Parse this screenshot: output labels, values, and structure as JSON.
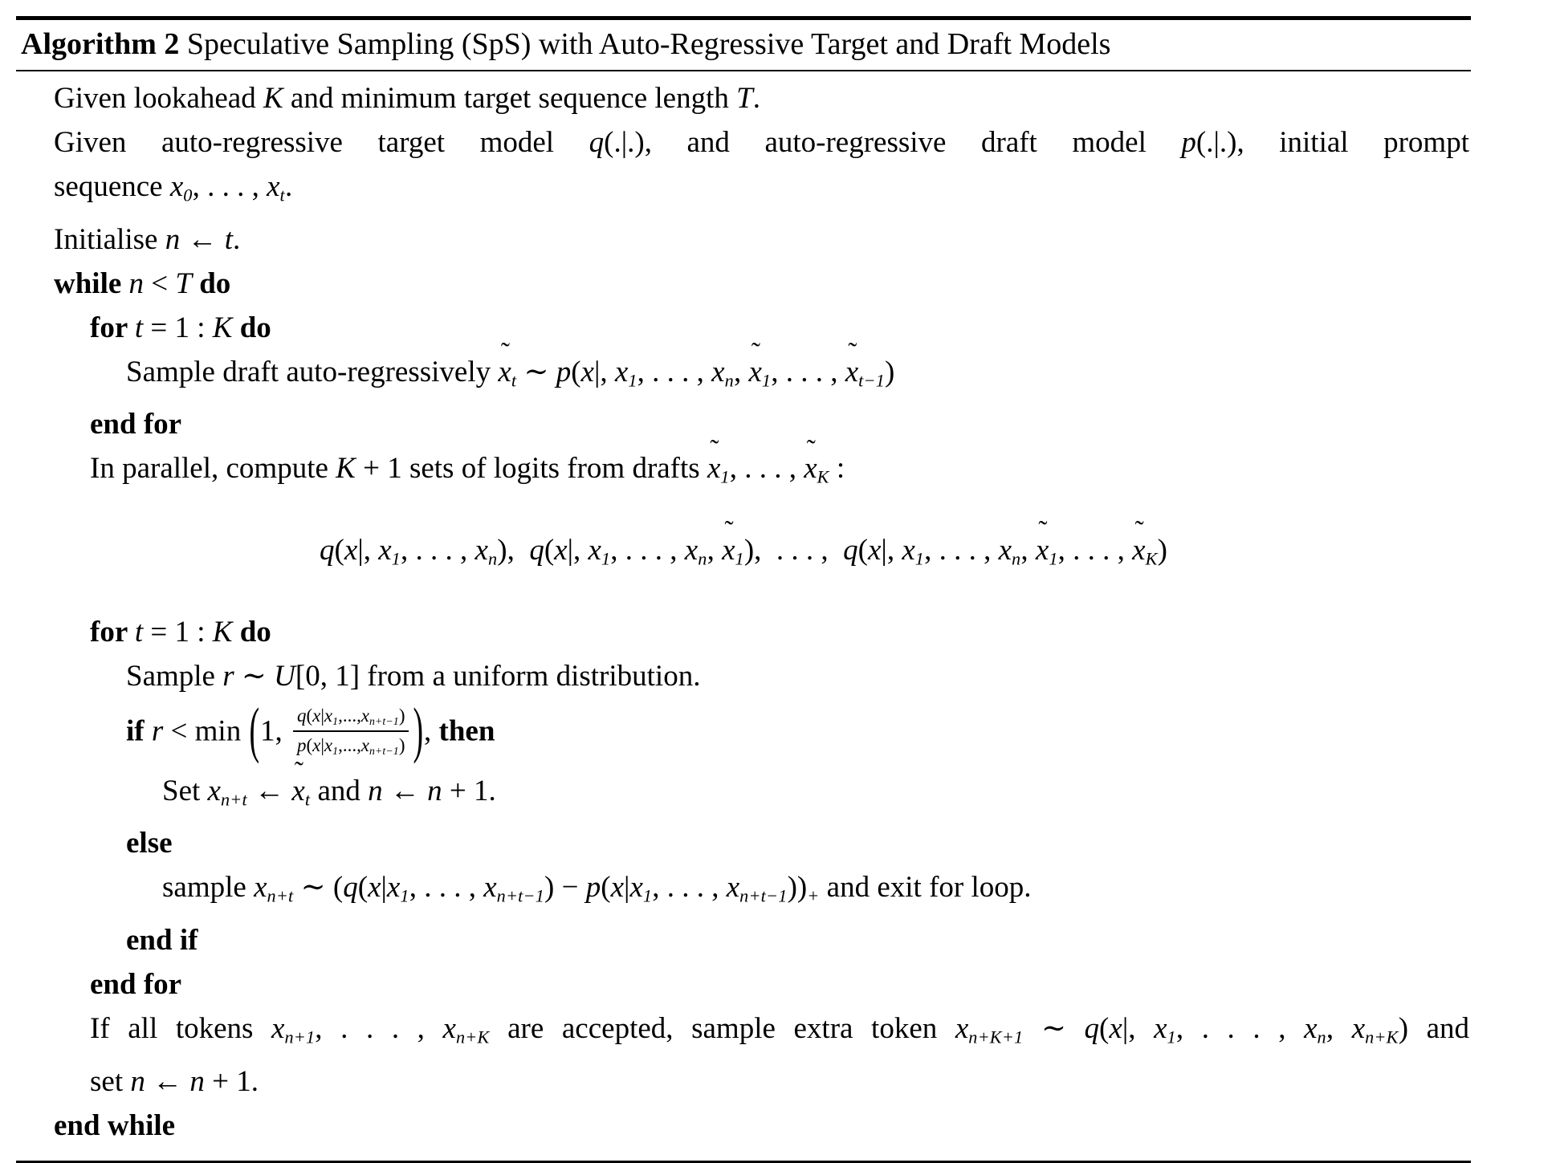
{
  "colors": {
    "text": "#000000",
    "background": "#ffffff",
    "rule": "#000000"
  },
  "algorithm": {
    "label": "Algorithm 2",
    "title": "Speculative Sampling (SpS) with Auto-Regressive Target and Draft Models",
    "lines": [
      {
        "indent": 0,
        "seg": [
          [
            "t",
            "Given lookahead "
          ],
          [
            "i",
            "K"
          ],
          [
            "t",
            " and minimum target sequence length "
          ],
          [
            "i",
            "T"
          ],
          [
            "t",
            "."
          ]
        ]
      },
      {
        "indent": 0,
        "fill": true,
        "seg": [
          [
            "t",
            "Given auto-regressive target model "
          ],
          [
            "i",
            "q"
          ],
          [
            "t",
            "(.|.), and auto-regressive draft model "
          ],
          [
            "i",
            "p"
          ],
          [
            "t",
            "(.|.), initial prompt"
          ]
        ]
      },
      {
        "indent": 0,
        "seg": [
          [
            "t",
            "sequence "
          ],
          [
            "i",
            "x"
          ],
          [
            "sub",
            "0"
          ],
          [
            "t",
            ", . . . , "
          ],
          [
            "i",
            "x"
          ],
          [
            "sub",
            "t"
          ],
          [
            "t",
            "."
          ]
        ]
      },
      {
        "indent": 0,
        "seg": [
          [
            "t",
            "Initialise "
          ],
          [
            "i",
            "n"
          ],
          [
            "t",
            " ← "
          ],
          [
            "i",
            "t"
          ],
          [
            "t",
            "."
          ]
        ]
      },
      {
        "indent": 0,
        "seg": [
          [
            "b",
            "while "
          ],
          [
            "i",
            "n"
          ],
          [
            "t",
            " < "
          ],
          [
            "i",
            "T"
          ],
          [
            "b",
            " do"
          ]
        ]
      },
      {
        "indent": 1,
        "seg": [
          [
            "b",
            "for "
          ],
          [
            "i",
            "t"
          ],
          [
            "t",
            " = 1 : "
          ],
          [
            "i",
            "K"
          ],
          [
            "b",
            " do"
          ]
        ]
      },
      {
        "indent": 2,
        "seg": [
          [
            "t",
            "Sample draft auto-regressively "
          ],
          [
            "ti",
            "x"
          ],
          [
            "sub",
            "t"
          ],
          [
            "t",
            " ∼ "
          ],
          [
            "i",
            "p"
          ],
          [
            "t",
            "("
          ],
          [
            "i",
            "x"
          ],
          [
            "t",
            "|, "
          ],
          [
            "i",
            "x"
          ],
          [
            "sub",
            "1"
          ],
          [
            "t",
            ", . . . , "
          ],
          [
            "i",
            "x"
          ],
          [
            "sub",
            "n"
          ],
          [
            "t",
            ", "
          ],
          [
            "ti",
            "x"
          ],
          [
            "sub",
            "1"
          ],
          [
            "t",
            ", . . . , "
          ],
          [
            "ti",
            "x"
          ],
          [
            "sub",
            "t−1"
          ],
          [
            "t",
            ")"
          ]
        ]
      },
      {
        "indent": 1,
        "seg": [
          [
            "b",
            "end for"
          ]
        ]
      },
      {
        "indent": 1,
        "seg": [
          [
            "t",
            "In parallel, compute "
          ],
          [
            "i",
            "K"
          ],
          [
            "t",
            " + 1 sets of logits from drafts "
          ],
          [
            "ti",
            "x"
          ],
          [
            "sub",
            "1"
          ],
          [
            "t",
            ", . . . , "
          ],
          [
            "ti",
            "x"
          ],
          [
            "sub",
            "K"
          ],
          [
            "t",
            " :"
          ]
        ]
      },
      {
        "indent": 0,
        "center": true,
        "seg": [
          [
            "i",
            "q"
          ],
          [
            "t",
            "("
          ],
          [
            "i",
            "x"
          ],
          [
            "t",
            "|, "
          ],
          [
            "i",
            "x"
          ],
          [
            "sub",
            "1"
          ],
          [
            "t",
            ", . . . , "
          ],
          [
            "i",
            "x"
          ],
          [
            "sub",
            "n"
          ],
          [
            "t",
            "),  "
          ],
          [
            "i",
            "q"
          ],
          [
            "t",
            "("
          ],
          [
            "i",
            "x"
          ],
          [
            "t",
            "|, "
          ],
          [
            "i",
            "x"
          ],
          [
            "sub",
            "1"
          ],
          [
            "t",
            ", . . . , "
          ],
          [
            "i",
            "x"
          ],
          [
            "sub",
            "n"
          ],
          [
            "t",
            ", "
          ],
          [
            "ti",
            "x"
          ],
          [
            "sub",
            "1"
          ],
          [
            "t",
            "),  . . . ,  "
          ],
          [
            "i",
            "q"
          ],
          [
            "t",
            "("
          ],
          [
            "i",
            "x"
          ],
          [
            "t",
            "|, "
          ],
          [
            "i",
            "x"
          ],
          [
            "sub",
            "1"
          ],
          [
            "t",
            ", . . . , "
          ],
          [
            "i",
            "x"
          ],
          [
            "sub",
            "n"
          ],
          [
            "t",
            ", "
          ],
          [
            "ti",
            "x"
          ],
          [
            "sub",
            "1"
          ],
          [
            "t",
            ", . . . , "
          ],
          [
            "ti",
            "x"
          ],
          [
            "sub",
            "K"
          ],
          [
            "t",
            ")"
          ]
        ]
      },
      {
        "indent": 1,
        "seg": [
          [
            "b",
            "for "
          ],
          [
            "i",
            "t"
          ],
          [
            "t",
            " = 1 : "
          ],
          [
            "i",
            "K"
          ],
          [
            "b",
            " do"
          ]
        ]
      },
      {
        "indent": 2,
        "seg": [
          [
            "t",
            "Sample "
          ],
          [
            "i",
            "r"
          ],
          [
            "t",
            " ∼ "
          ],
          [
            "i",
            "U"
          ],
          [
            "t",
            "[0, 1] from a uniform distribution."
          ]
        ]
      },
      {
        "indent": 2,
        "tall": true,
        "seg": [
          [
            "b",
            "if "
          ],
          [
            "i",
            "r"
          ],
          [
            "t",
            " < min "
          ],
          [
            "bigp",
            "("
          ],
          [
            "t",
            "1, "
          ],
          [
            "frac",
            [
              [
                "i",
                "q"
              ],
              [
                "t",
                "("
              ],
              [
                "i",
                "x"
              ],
              [
                "t",
                "|"
              ],
              [
                "i",
                "x"
              ],
              [
                "sub",
                "1"
              ],
              [
                "t",
                ",...,"
              ],
              [
                "i",
                "x"
              ],
              [
                "sub",
                "n+t−1"
              ],
              [
                "t",
                ")"
              ]
            ],
            [
              [
                "i",
                "p"
              ],
              [
                "t",
                "("
              ],
              [
                "i",
                "x"
              ],
              [
                "t",
                "|"
              ],
              [
                "i",
                "x"
              ],
              [
                "sub",
                "1"
              ],
              [
                "t",
                ",...,"
              ],
              [
                "i",
                "x"
              ],
              [
                "sub",
                "n+t−1"
              ],
              [
                "t",
                ")"
              ]
            ]
          ],
          [
            "bigp",
            ")"
          ],
          [
            "t",
            ", "
          ],
          [
            "b",
            "then"
          ]
        ]
      },
      {
        "indent": 3,
        "seg": [
          [
            "t",
            "Set "
          ],
          [
            "i",
            "x"
          ],
          [
            "sub",
            "n+t"
          ],
          [
            "t",
            " ← "
          ],
          [
            "ti",
            "x"
          ],
          [
            "sub",
            "t"
          ],
          [
            "t",
            " and "
          ],
          [
            "i",
            "n"
          ],
          [
            "t",
            " ← "
          ],
          [
            "i",
            "n"
          ],
          [
            "t",
            " + 1."
          ]
        ]
      },
      {
        "indent": 2,
        "seg": [
          [
            "b",
            "else"
          ]
        ]
      },
      {
        "indent": 3,
        "seg": [
          [
            "t",
            "sample "
          ],
          [
            "i",
            "x"
          ],
          [
            "sub",
            "n+t"
          ],
          [
            "t",
            " ∼ ("
          ],
          [
            "i",
            "q"
          ],
          [
            "t",
            "("
          ],
          [
            "i",
            "x"
          ],
          [
            "t",
            "|"
          ],
          [
            "i",
            "x"
          ],
          [
            "sub",
            "1"
          ],
          [
            "t",
            ", . . . , "
          ],
          [
            "i",
            "x"
          ],
          [
            "sub",
            "n+t−1"
          ],
          [
            "t",
            ") − "
          ],
          [
            "i",
            "p"
          ],
          [
            "t",
            "("
          ],
          [
            "i",
            "x"
          ],
          [
            "t",
            "|"
          ],
          [
            "i",
            "x"
          ],
          [
            "sub",
            "1"
          ],
          [
            "t",
            ", . . . , "
          ],
          [
            "i",
            "x"
          ],
          [
            "sub",
            "n+t−1"
          ],
          [
            "t",
            "))"
          ],
          [
            "sub",
            "+"
          ],
          [
            "t",
            " and exit for loop."
          ]
        ]
      },
      {
        "indent": 2,
        "seg": [
          [
            "b",
            "end if"
          ]
        ]
      },
      {
        "indent": 1,
        "seg": [
          [
            "b",
            "end for"
          ]
        ]
      },
      {
        "indent": 1,
        "fill": true,
        "seg": [
          [
            "t",
            "If all tokens "
          ],
          [
            "i",
            "x"
          ],
          [
            "sub",
            "n+1"
          ],
          [
            "t",
            ", . . . , "
          ],
          [
            "i",
            "x"
          ],
          [
            "sub",
            "n+K"
          ],
          [
            "t",
            " are accepted, sample extra token "
          ],
          [
            "i",
            "x"
          ],
          [
            "sub",
            "n+K+1"
          ],
          [
            "t",
            " ∼ "
          ],
          [
            "i",
            "q"
          ],
          [
            "t",
            "("
          ],
          [
            "i",
            "x"
          ],
          [
            "t",
            "|, "
          ],
          [
            "i",
            "x"
          ],
          [
            "sub",
            "1"
          ],
          [
            "t",
            ", . . . , "
          ],
          [
            "i",
            "x"
          ],
          [
            "sub",
            "n"
          ],
          [
            "t",
            ", "
          ],
          [
            "i",
            "x"
          ],
          [
            "sub",
            "n+K"
          ],
          [
            "t",
            ") and"
          ]
        ]
      },
      {
        "indent": 1,
        "seg": [
          [
            "t",
            "set "
          ],
          [
            "i",
            "n"
          ],
          [
            "t",
            " ← "
          ],
          [
            "i",
            "n"
          ],
          [
            "t",
            " + 1."
          ]
        ]
      },
      {
        "indent": 0,
        "seg": [
          [
            "b",
            "end while"
          ]
        ]
      }
    ]
  }
}
